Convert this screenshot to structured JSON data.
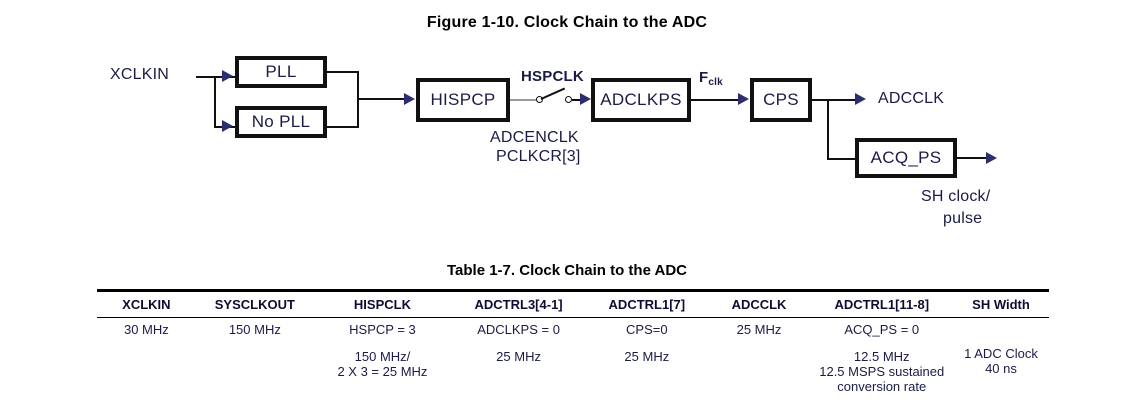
{
  "figure": {
    "caption": "Figure 1-10.  Clock Chain to the ADC",
    "nodes": {
      "pll": "PLL",
      "no_pll": "No PLL",
      "hispcp": "HISPCP",
      "adclkps": "ADCLKPS",
      "cps": "CPS",
      "acq_ps": "ACQ_PS"
    },
    "labels": {
      "xclkin": "XCLKIN",
      "hspclk": "HSPCLK",
      "adcenclk": "ADCENCLK",
      "pclkcr": "PCLKCR[3]",
      "fclk_base": "F",
      "fclk_sub": "clk",
      "adcclk": "ADCCLK",
      "sh_clock_line1": "SH clock/",
      "sh_clock_line2": "pulse"
    }
  },
  "table": {
    "caption": "Table 1-7. Clock Chain to the ADC",
    "headers": [
      "XCLKIN",
      "SYSCLKOUT",
      "HISPCLK",
      "ADCTRL3[4-1]",
      "ADCTRL1[7]",
      "ADCCLK",
      "ADCTRL1[11-8]",
      "SH Width"
    ],
    "rows": [
      {
        "xclkin": [
          "30 MHz"
        ],
        "sysclkout": [
          "150 MHz"
        ],
        "hispclk": [
          "HSPCP = 3",
          "150 MHz/",
          "2 X 3 = 25 MHz"
        ],
        "adctrl3_4_1": [
          "ADCLKPS = 0",
          "25 MHz"
        ],
        "adctrl1_7": [
          "CPS=0",
          "25 MHz"
        ],
        "adcclk": [
          "25 MHz"
        ],
        "adctrl1_11_8": [
          "ACQ_PS = 0",
          "12.5 MHz",
          "12.5 MSPS sustained",
          "conversion rate"
        ],
        "sh_width": [
          "1 ADC Clock",
          "40 ns"
        ]
      }
    ]
  },
  "colors": {
    "text": "#1b1b46",
    "rule": "#000000",
    "arrow": "#2e2e6e",
    "box_border": "#111111"
  }
}
